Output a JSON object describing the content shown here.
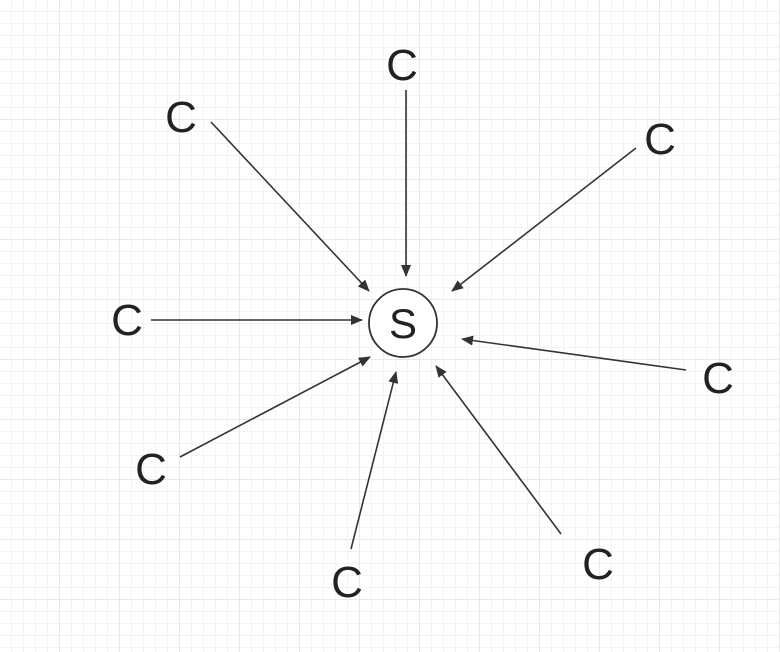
{
  "diagram": {
    "server": {
      "label": "S"
    },
    "clients": [
      {
        "label": "C"
      },
      {
        "label": "C"
      },
      {
        "label": "C"
      },
      {
        "label": "C"
      },
      {
        "label": "C"
      },
      {
        "label": "C"
      },
      {
        "label": "C"
      },
      {
        "label": "C"
      }
    ],
    "colors": {
      "stroke": "#333333",
      "text": "#222222",
      "grid": "#e9e9e9",
      "background": "#ffffff"
    }
  }
}
